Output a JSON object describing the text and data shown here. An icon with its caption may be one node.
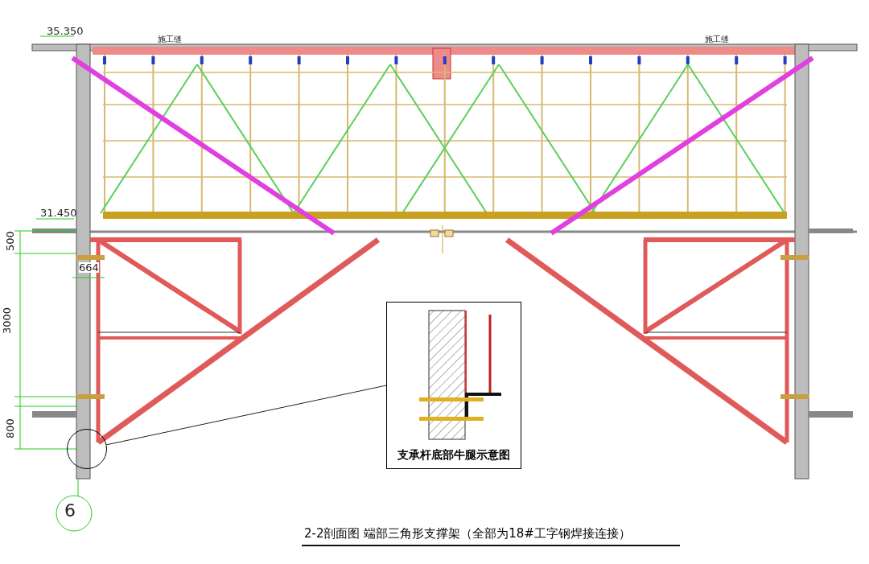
{
  "diagram": {
    "title": "2-2剖面图 端部三角形支撑架（全部为18#工字钢焊接连接）",
    "nodes": [
      {
        "text": [],
        "shape": "circle"
      },
      {
        "text": [
          "支承杆底部牛腿示意图"
        ]
      }
    ],
    "edges": [
      {
        "from": 0,
        "to": 1,
        "arrow": "none"
      }
    ],
    "labels": [
      "35.350",
      "施工缝",
      "施工缝",
      "31.450",
      "500",
      "664",
      "3000",
      "800",
      "6"
    ]
  }
}
